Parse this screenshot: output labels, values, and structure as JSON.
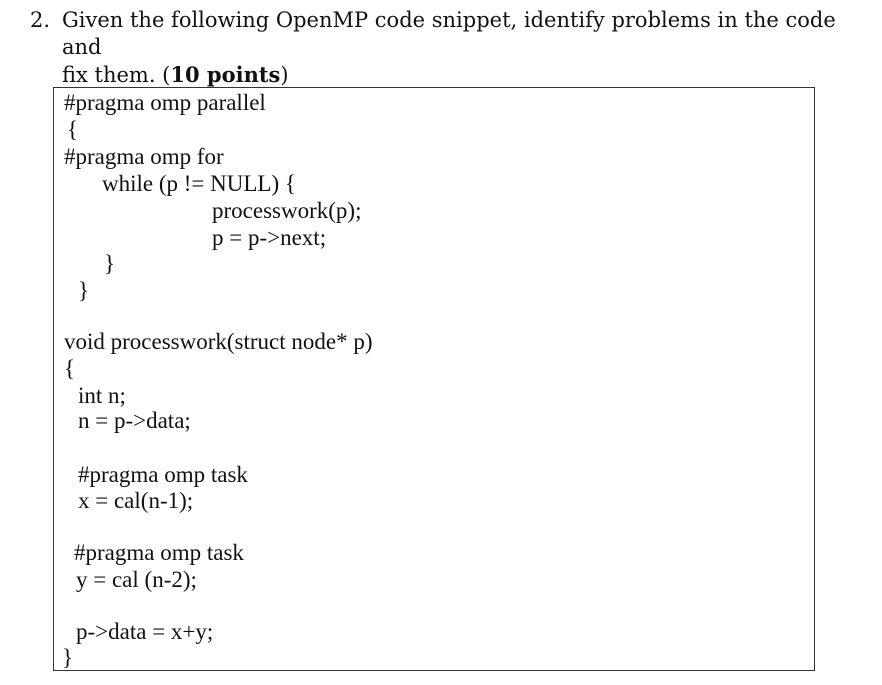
{
  "question": {
    "number": "2.",
    "text_line1": "Given the following OpenMP code snippet, identify problems in the code and",
    "text_line2_prefix": "fix them. (",
    "points": "10 points",
    "text_line2_suffix": ")"
  },
  "code": {
    "lines": [
      "#pragma omp parallel",
      "{",
      "#pragma omp for",
      "while (p != NULL) {",
      "processwork(p);",
      "p = p->next;",
      "}",
      "}",
      "void processwork(struct node* p)",
      "{",
      "int n;",
      "n = p->data;",
      "#pragma omp task",
      "x = cal(n-1);",
      "#pragma omp task",
      "y = cal (n-2);",
      "p->data = x+y;",
      "}"
    ]
  }
}
